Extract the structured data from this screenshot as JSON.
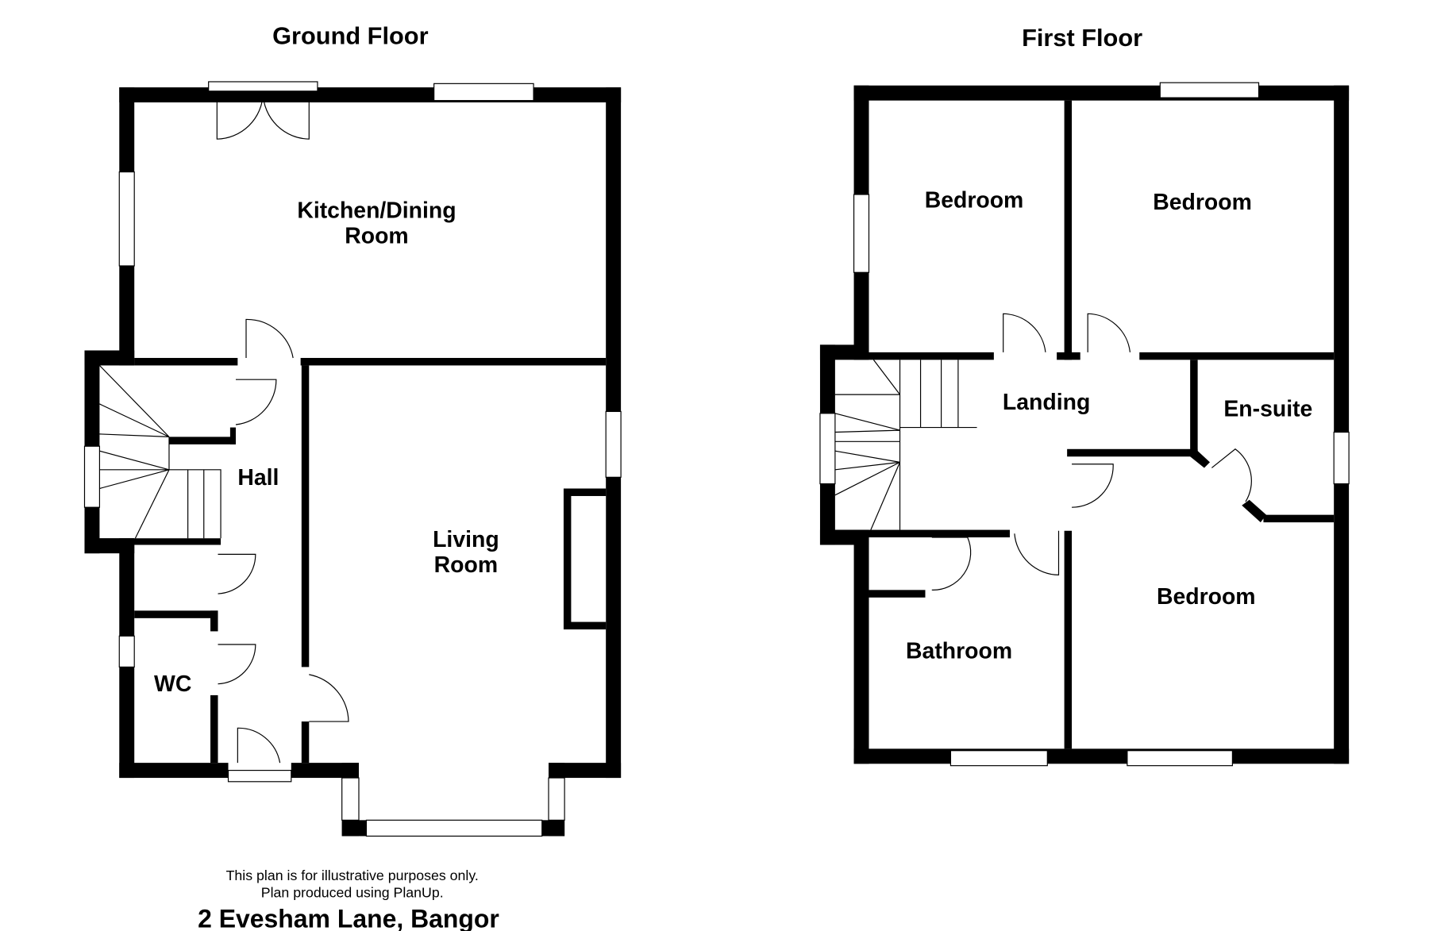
{
  "ground_floor": {
    "title": "Ground Floor",
    "rooms": {
      "kitchen_line1": "Kitchen/Dining",
      "kitchen_line2": "Room",
      "hall": "Hall",
      "living_line1": "Living",
      "living_line2": "Room",
      "wc": "WC"
    }
  },
  "first_floor": {
    "title": "First Floor",
    "rooms": {
      "bedroom_1": "Bedroom",
      "bedroom_2": "Bedroom",
      "landing": "Landing",
      "ensuite": "En-suite",
      "bedroom_3": "Bedroom",
      "bathroom": "Bathroom"
    }
  },
  "footer": {
    "disclaimer_line1": "This plan is for illustrative purposes only.",
    "disclaimer_line2": "Plan produced using PlanUp.",
    "address": "2 Evesham Lane, Bangor"
  }
}
